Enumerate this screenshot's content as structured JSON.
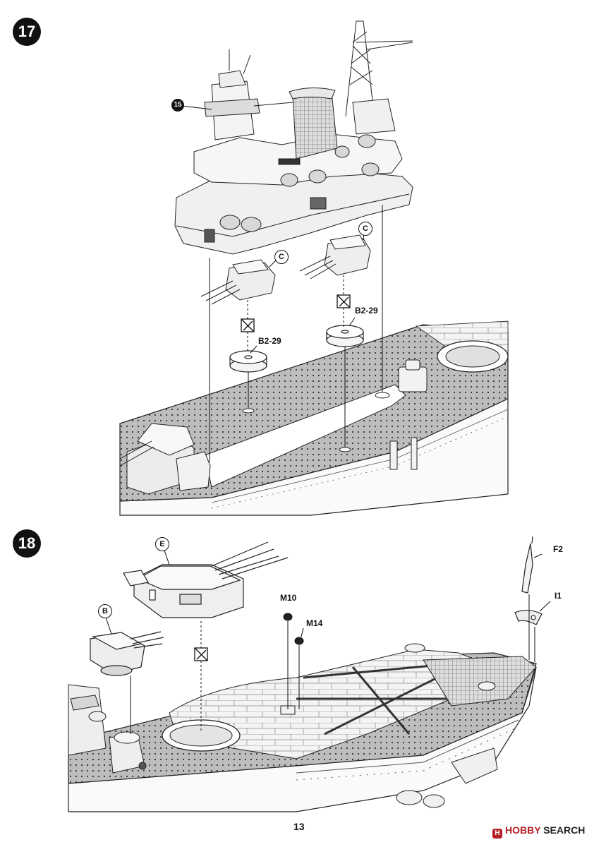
{
  "steps": [
    {
      "number": "17",
      "labels": {
        "part_15": "15",
        "turret_c_left": "C",
        "turret_c_right": "C",
        "part_b229_left": "B2-29",
        "part_b229_right": "B2-29"
      }
    },
    {
      "number": "18",
      "labels": {
        "turret_e": "E",
        "turret_b": "B",
        "part_f2": "F2",
        "part_i1": "I1",
        "part_m10": "M10",
        "part_m14": "M14"
      }
    }
  ],
  "page_number": "13",
  "watermark": {
    "logo_glyph": "H",
    "brand": "HOBBY",
    "text": "SEARCH"
  }
}
